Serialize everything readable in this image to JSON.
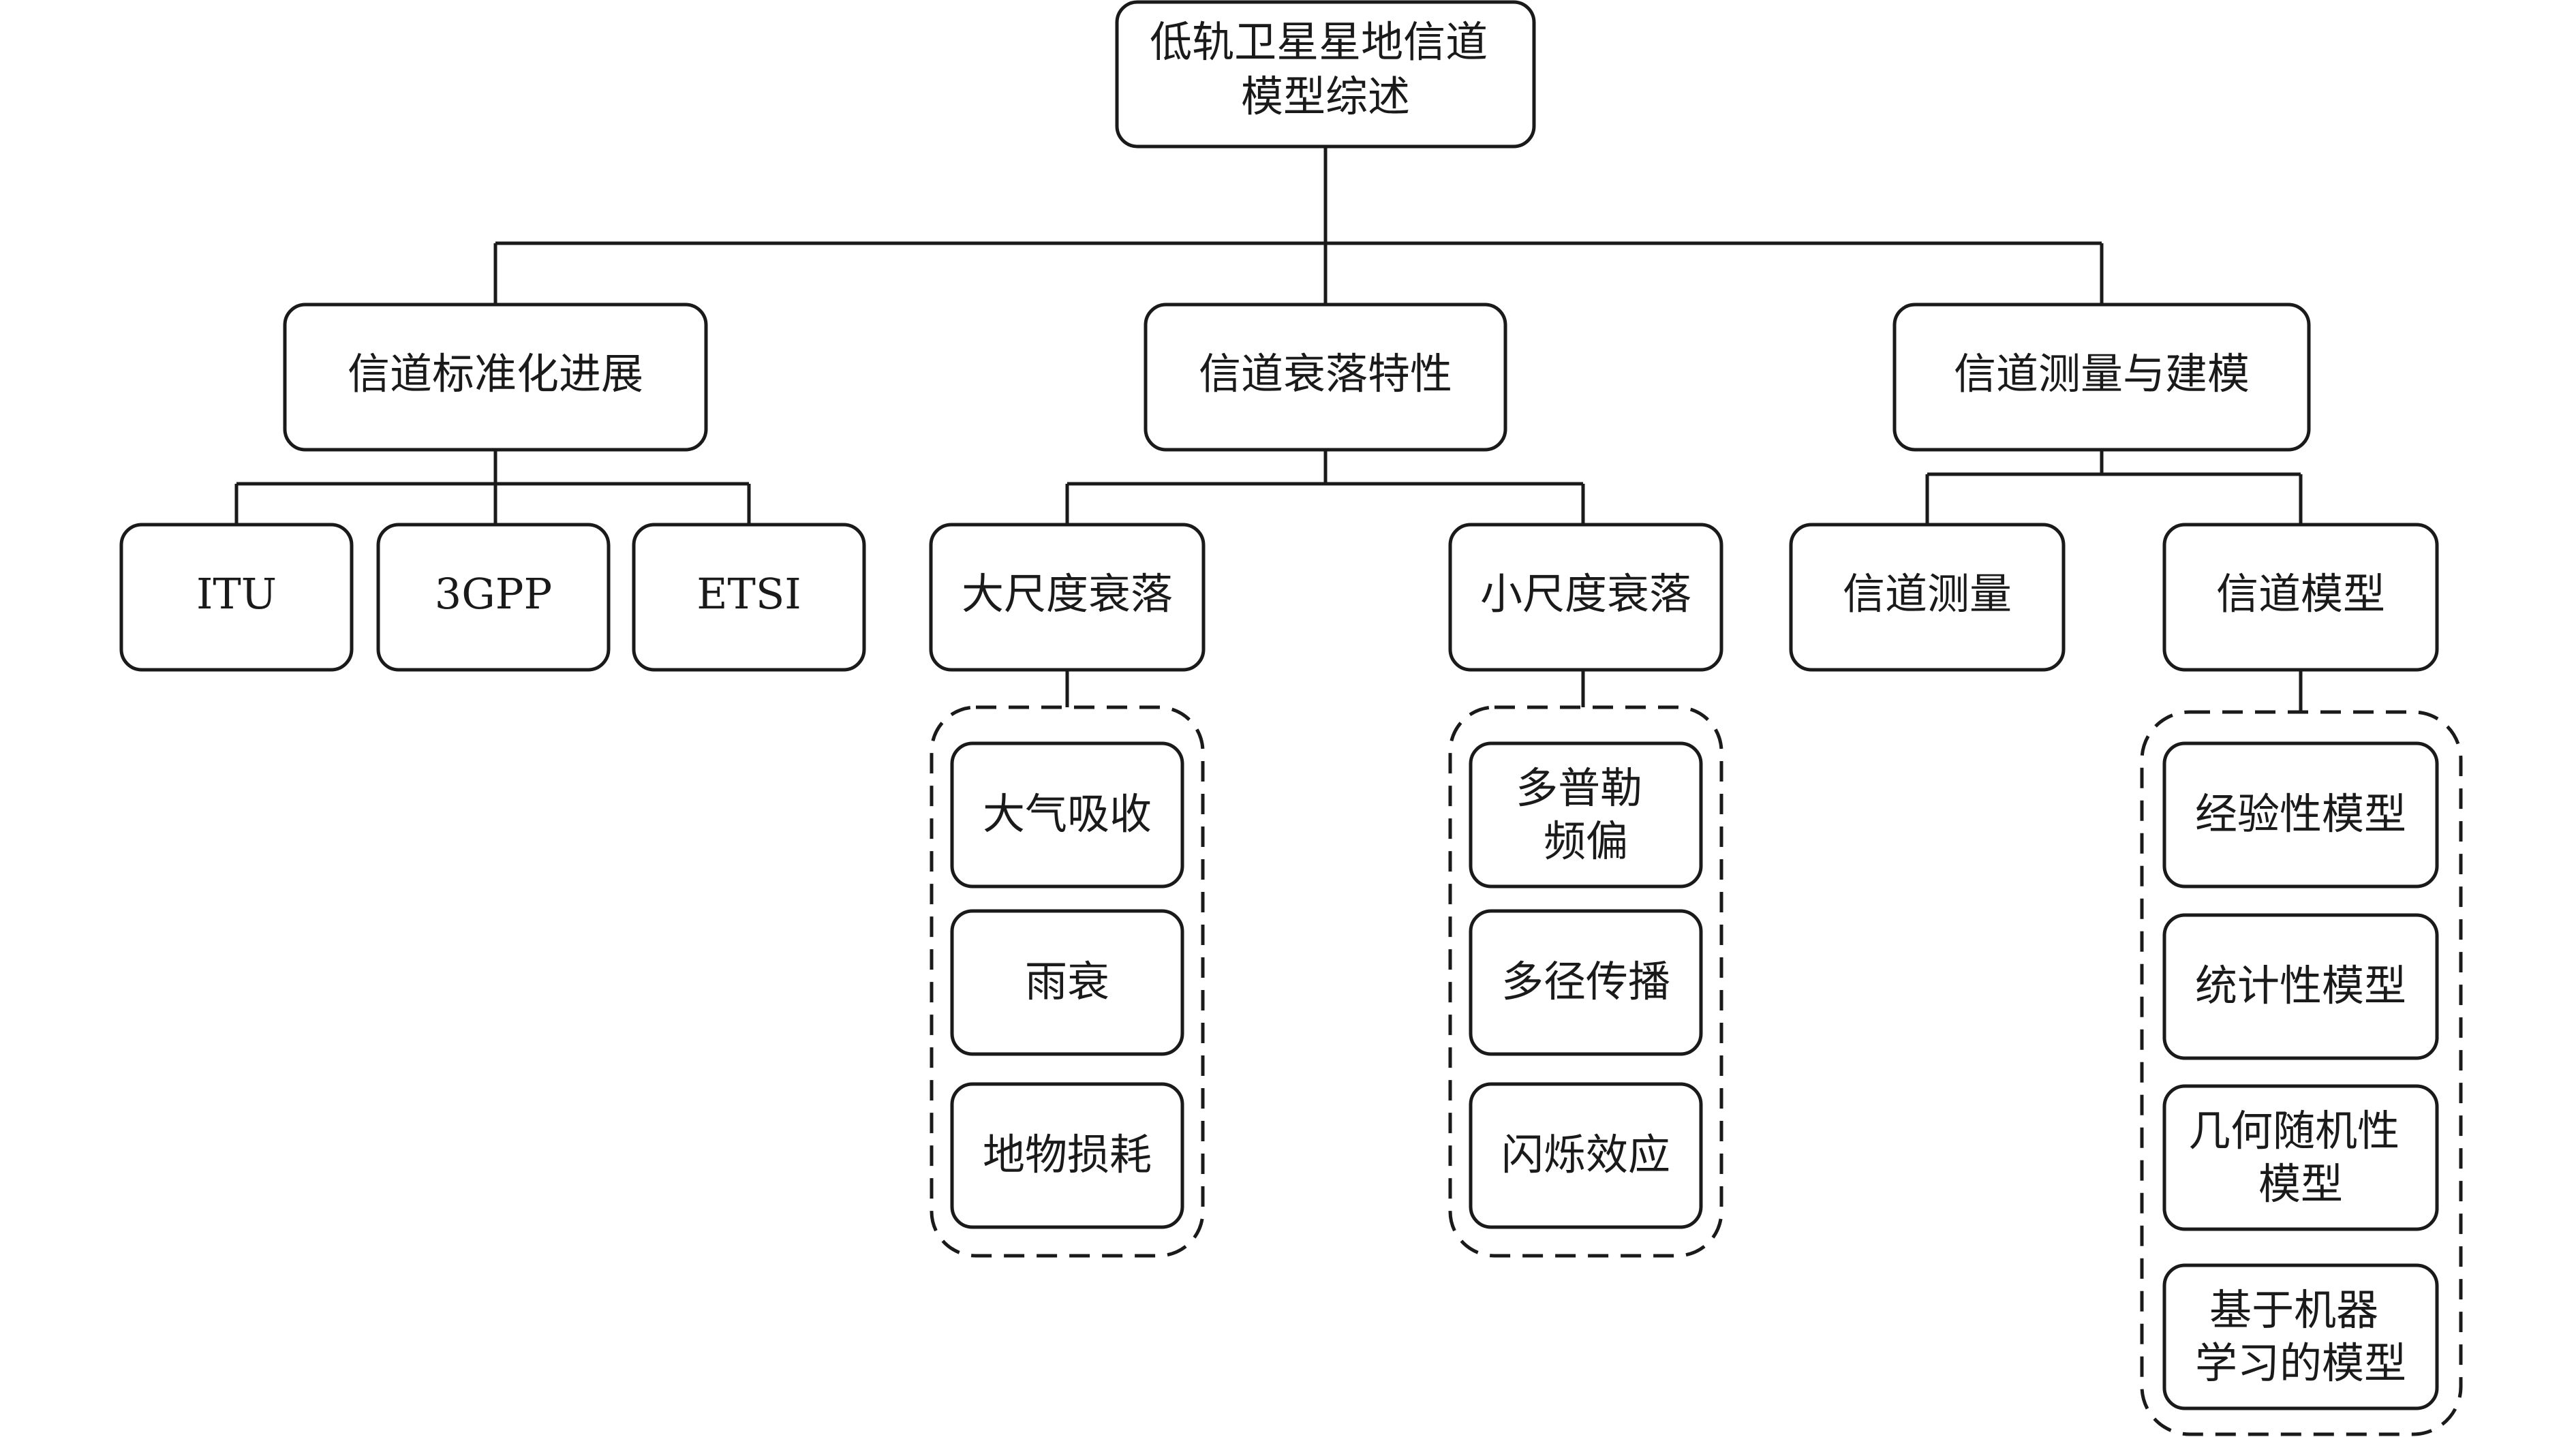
{
  "diagram": {
    "root": {
      "id": "root",
      "lines": [
        "低轨卫星星地信道",
        "模型综述"
      ]
    },
    "branches": [
      {
        "id": "standards",
        "label": "信道标准化进展",
        "children": [
          {
            "id": "itu",
            "label": "ITU"
          },
          {
            "id": "3gpp",
            "label": "3GPP"
          },
          {
            "id": "etsi",
            "label": "ETSI"
          }
        ]
      },
      {
        "id": "fading",
        "label": "信道衰落特性",
        "children": [
          {
            "id": "large-scale",
            "label": "大尺度衰落",
            "items": [
              {
                "id": "atmospheric",
                "lines": [
                  "大气吸收"
                ]
              },
              {
                "id": "rain",
                "lines": [
                  "雨衰"
                ]
              },
              {
                "id": "terrain",
                "lines": [
                  "地物损耗"
                ]
              }
            ]
          },
          {
            "id": "small-scale",
            "label": "小尺度衰落",
            "items": [
              {
                "id": "doppler",
                "lines": [
                  "多普勒",
                  "频偏"
                ]
              },
              {
                "id": "multipath",
                "lines": [
                  "多径传播"
                ]
              },
              {
                "id": "scintillation",
                "lines": [
                  "闪烁效应"
                ]
              }
            ]
          }
        ]
      },
      {
        "id": "measurement-modeling",
        "label": "信道测量与建模",
        "children": [
          {
            "id": "measurement",
            "label": "信道测量"
          },
          {
            "id": "models",
            "label": "信道模型",
            "items": [
              {
                "id": "empirical",
                "lines": [
                  "经验性模型"
                ]
              },
              {
                "id": "statistical",
                "lines": [
                  "统计性模型"
                ]
              },
              {
                "id": "geometric",
                "lines": [
                  "几何随机性",
                  "模型"
                ]
              },
              {
                "id": "ml",
                "lines": [
                  "基于机器",
                  "学习的模型"
                ]
              }
            ]
          }
        ]
      }
    ]
  }
}
